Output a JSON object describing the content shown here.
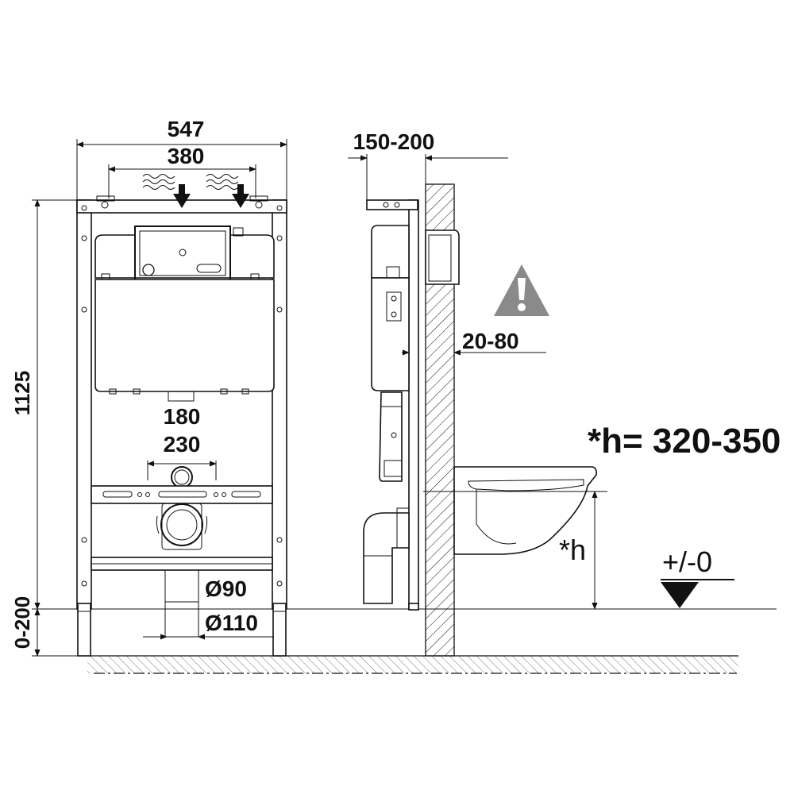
{
  "front_view": {
    "width_total": "547",
    "width_mount": "380",
    "height_total": "1125",
    "height_feet": "0-200",
    "drain_spacing_inner": "180",
    "drain_spacing_outer": "230",
    "pipe_small": "Ø90",
    "pipe_large": "Ø110"
  },
  "side_view": {
    "depth_range": "150-200",
    "wall_gap": "20-80",
    "bowl_height_formula": "*h= 320-350",
    "bowl_height_label": "*h",
    "floor_level": "+/-0"
  },
  "icons": {
    "warning": "warning-triangle-icon",
    "water": "water-inlet-icon",
    "level": "floor-level-marker-icon"
  },
  "colors": {
    "line": "#111111",
    "warning_fill": "#8a8a8a"
  }
}
